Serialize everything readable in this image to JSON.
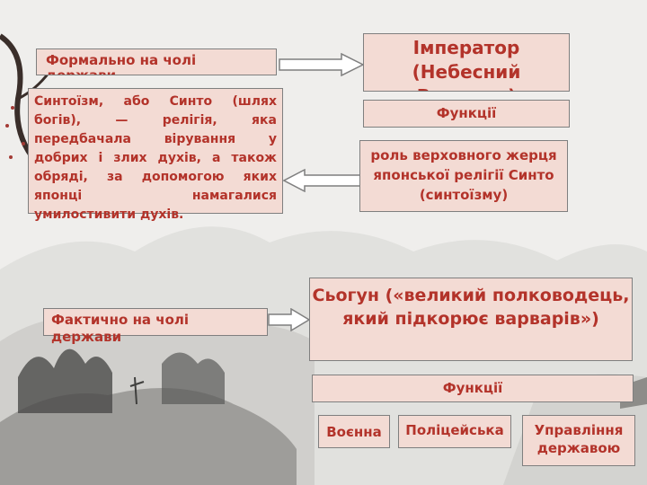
{
  "left": {
    "formal_label": "Формально на чолі держави",
    "shinto_text": "Синтоїзм, або Синто (шлях богів), — релігія, яка передбачала вірування у добрих і злих духів, а також обряді, за допомогою яких японці намагалися умилостивити духів.",
    "actual_label": "Фактично на чолі держави"
  },
  "emperor": {
    "title": "Імператор (Небесний Володар)",
    "functions_label": "Функції",
    "role": "роль верховного жерця японської релігії Синто (синтоїзму)"
  },
  "shogun": {
    "title": "Сьогун («великий полководець, який підкорює варварів»)",
    "functions_label": "Функції",
    "functions": [
      "Воєнна",
      "Поліцейська",
      "Управління державою"
    ]
  },
  "colors": {
    "box_fill": "#f3dbd4",
    "text": "#b3332a",
    "border": "#7f7f7f",
    "arrow_fill": "#ffffff",
    "arrow_stroke": "#7f7f7f"
  }
}
